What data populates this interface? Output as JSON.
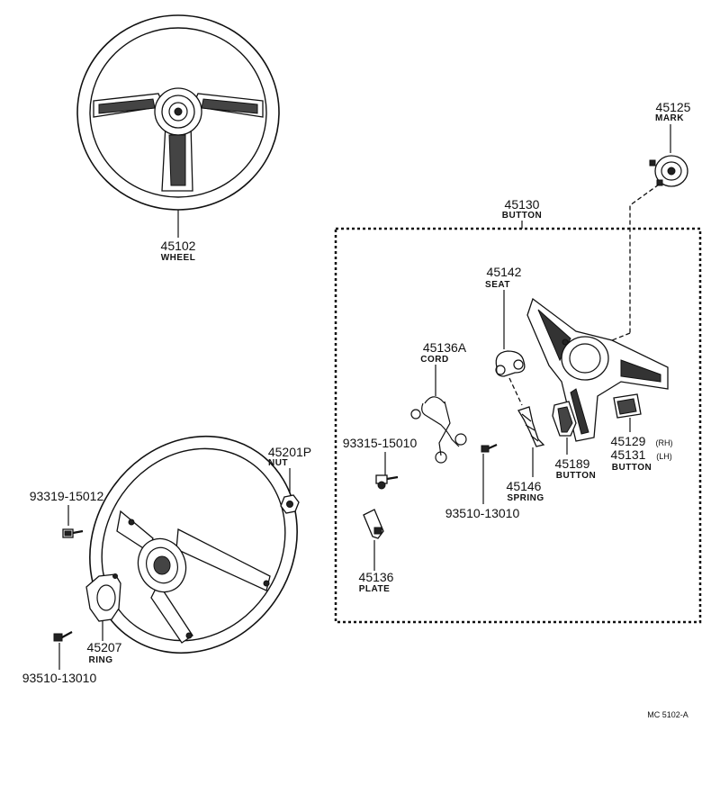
{
  "parts": {
    "wheel_top": {
      "number": "45102",
      "name": "WHEEL"
    },
    "mark": {
      "number": "45125",
      "name": "MARK"
    },
    "button_assy": {
      "number": "45130",
      "name": "BUTTON"
    },
    "seat": {
      "number": "45142",
      "name": "SEAT"
    },
    "cord": {
      "number": "45136A",
      "name": "CORD"
    },
    "screw_a": {
      "number": "93315-15010"
    },
    "spring": {
      "number": "45146",
      "name": "SPRING"
    },
    "screw_b": {
      "number": "93510-13010"
    },
    "button_189": {
      "number": "45189",
      "name": "BUTTON"
    },
    "button_rh": {
      "number": "45129",
      "suffix": "(RH)"
    },
    "button_lh": {
      "number": "45131",
      "suffix": "(LH)",
      "name": "BUTTON"
    },
    "plate": {
      "number": "45136",
      "name": "PLATE"
    },
    "nut": {
      "number": "45201P",
      "name": "NUT"
    },
    "bolt": {
      "number": "93319-15012"
    },
    "ring": {
      "number": "45207",
      "name": "RING"
    },
    "screw_c": {
      "number": "93510-13010"
    }
  },
  "drawing_code": "MC  5102-A"
}
